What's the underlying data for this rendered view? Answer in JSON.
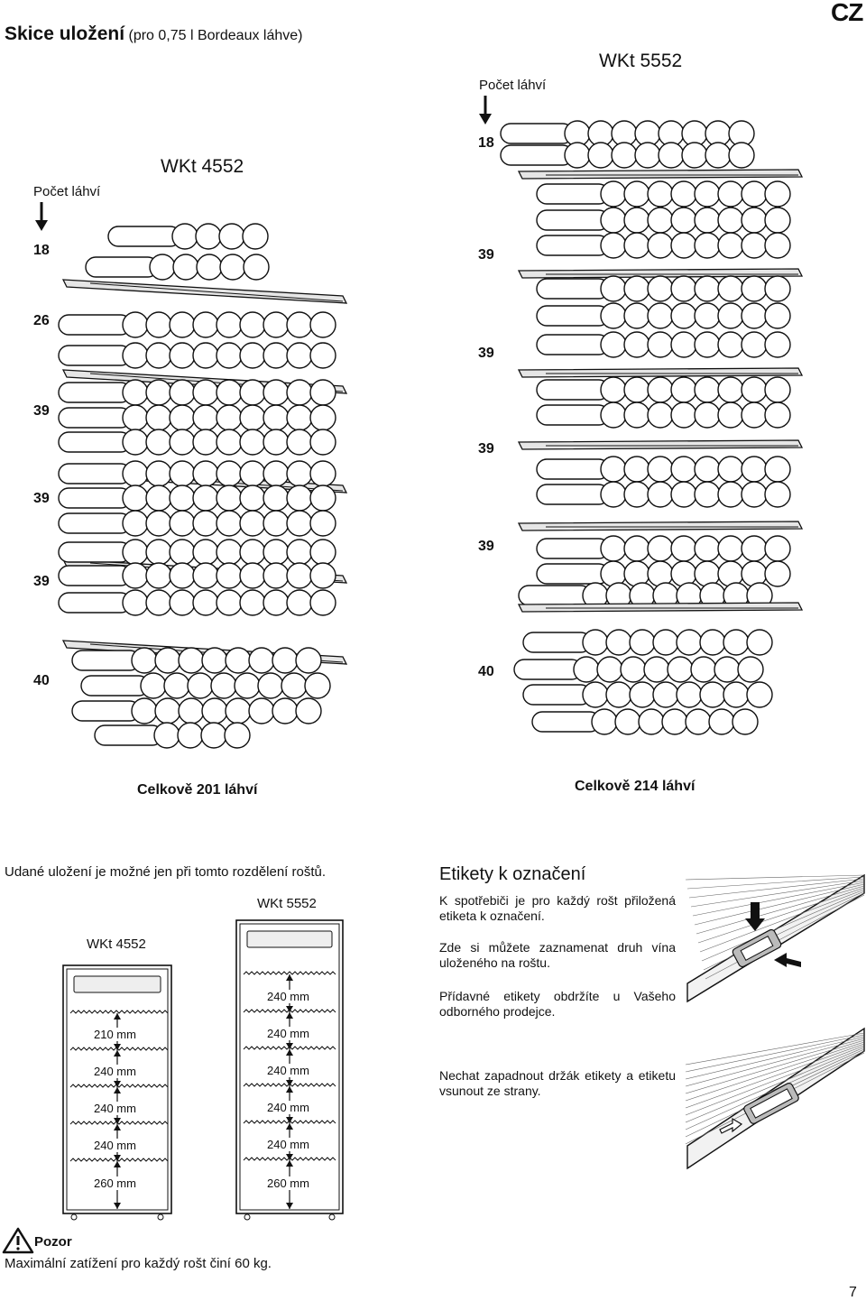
{
  "header": {
    "title": "Skice uložení",
    "subtitle": "(pro 0,75 l Bordeaux láhve)",
    "lang": "CZ"
  },
  "left_diagram": {
    "model": "WKt 4552",
    "count_label": "Počet láhví",
    "counts": [
      "18",
      "26",
      "39",
      "39",
      "39",
      "40"
    ],
    "total": "Celkově 201 láhví"
  },
  "right_diagram": {
    "model": "WKt 5552",
    "count_label": "Počet láhví",
    "counts": [
      "18",
      "39",
      "39",
      "39",
      "39",
      "40"
    ],
    "total": "Celkově 214 láhví"
  },
  "note": "Udané uložení je možné jen při tomto rozdělení roštů.",
  "cabinets": {
    "left": {
      "model": "WKt 4552",
      "dims": [
        "210 mm",
        "240 mm",
        "240 mm",
        "240 mm",
        "260 mm"
      ]
    },
    "right": {
      "model": "WKt 5552",
      "dims": [
        "240 mm",
        "240 mm",
        "240 mm",
        "240 mm",
        "240 mm",
        "260 mm"
      ]
    }
  },
  "labels": {
    "heading": "Etikety k označení",
    "p1": "K spotřebiči je pro každý rošt přiložená etiketa k označení.",
    "p2": "Zde si můžete zaznamenat druh vína uloženého na roštu.",
    "p3": "Přídavné etikety obdržíte u Vašeho odborného prodejce.",
    "p4": "Nechat zapadnout držák etikety a etiketu vsunout ze strany."
  },
  "warning": {
    "title": "Pozor",
    "text": "Maximální zatížení pro každý rošt činí 60 kg."
  },
  "page_number": "7"
}
